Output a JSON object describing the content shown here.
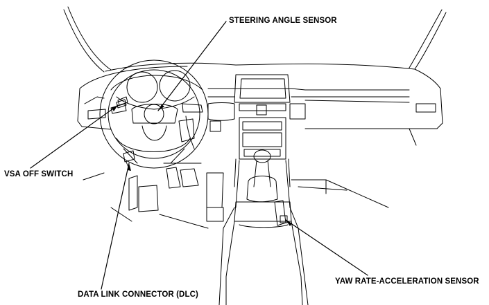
{
  "diagram": {
    "labels": {
      "steering_angle_sensor": "STEERING ANGLE SENSOR",
      "vsa_off_switch": "VSA OFF SWITCH",
      "data_link_connector": "DATA LINK CONNECTOR (DLC)",
      "yaw_rate_sensor": "YAW RATE-ACCELERATION SENSOR"
    },
    "colors": {
      "line": "#000000",
      "background": "#ffffff"
    }
  }
}
